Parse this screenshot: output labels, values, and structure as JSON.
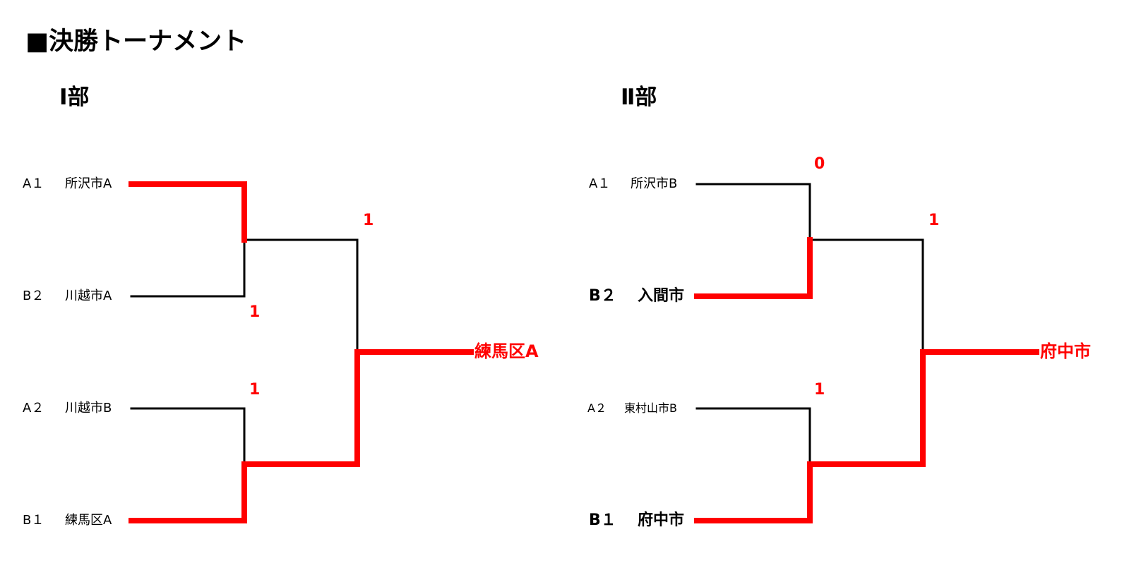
{
  "title": "■決勝トーナメント",
  "colors": {
    "win": "#ff0000",
    "lose": "#000000"
  },
  "divisions": [
    {
      "name": "Ⅰ部",
      "teams": [
        {
          "seed": "A１",
          "name": "所沢市A",
          "style": "normal"
        },
        {
          "seed": "B２",
          "name": "川越市A",
          "style": "normal"
        },
        {
          "seed": "A２",
          "name": "川越市B",
          "style": "normal"
        },
        {
          "seed": "B１",
          "name": "練馬区A",
          "style": "normal"
        }
      ],
      "semifinals": [
        {
          "winner_index": 0,
          "score": "1"
        },
        {
          "winner_index": 3,
          "score": "1"
        }
      ],
      "final": {
        "winner_semi": 1,
        "score": "1"
      },
      "champion": "練馬区A"
    },
    {
      "name": "Ⅱ部",
      "teams": [
        {
          "seed": "A１",
          "name": "所沢市B",
          "style": "normal"
        },
        {
          "seed": "B２",
          "name": "入間市",
          "style": "big"
        },
        {
          "seed": "A２",
          "name": "東村山市B",
          "style": "small"
        },
        {
          "seed": "B１",
          "name": "府中市",
          "style": "big"
        }
      ],
      "semifinals": [
        {
          "winner_index": 1,
          "score": "0"
        },
        {
          "winner_index": 3,
          "score": "1"
        }
      ],
      "final": {
        "winner_semi": 1,
        "score": "1"
      },
      "champion": "府中市"
    }
  ]
}
